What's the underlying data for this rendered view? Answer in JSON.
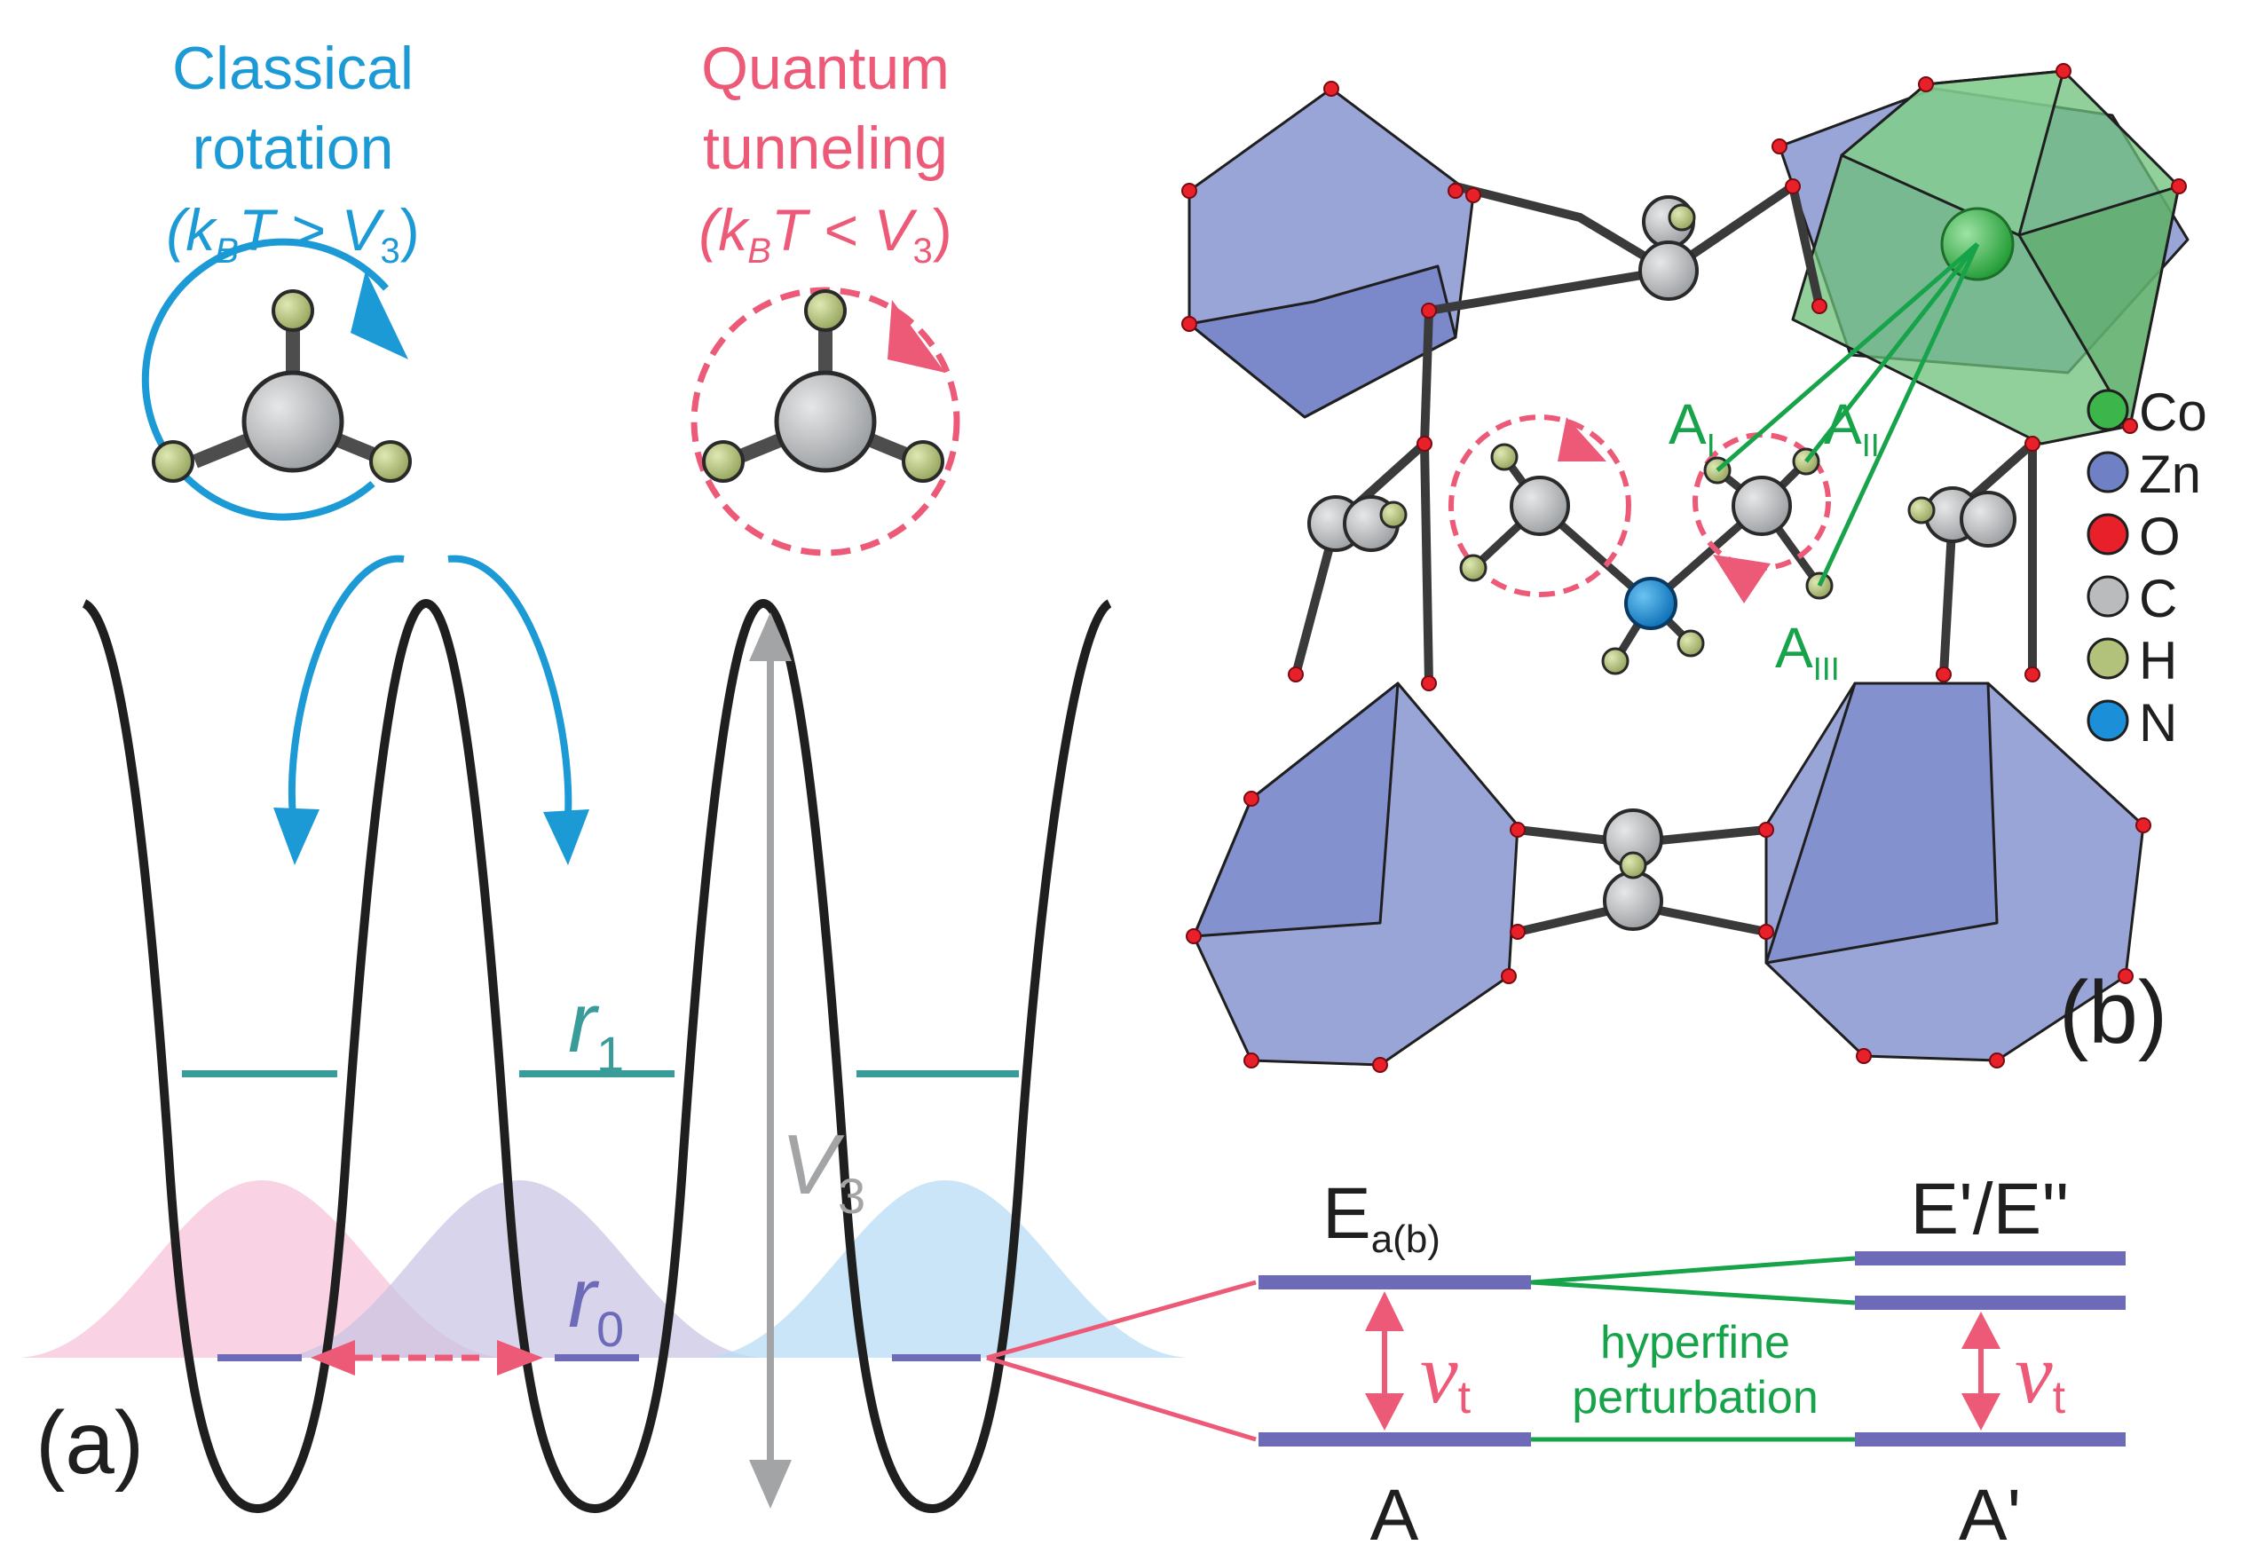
{
  "panel_a": {
    "label": "(a)",
    "classical": {
      "line1": "Classical",
      "line2": "rotation",
      "cond_open": "(k",
      "cond_sub": "B",
      "cond_mid": "T > V",
      "cond_sub2": "3",
      "cond_close": ")"
    },
    "quantum": {
      "line1": "Quantum",
      "line2": "tunneling",
      "cond_open": "(k",
      "cond_sub": "B",
      "cond_mid": "T < V",
      "cond_sub2": "3",
      "cond_close": ")"
    },
    "levels": {
      "r1": "r",
      "r1_sub": "1",
      "r0": "r",
      "r0_sub": "0",
      "barrier": "V",
      "barrier_sub": "3"
    }
  },
  "panel_b": {
    "label": "(b)",
    "couplings": [
      {
        "main": "A",
        "sub": "I"
      },
      {
        "main": "A",
        "sub": "II"
      },
      {
        "main": "A",
        "sub": "III"
      }
    ],
    "legend": [
      {
        "label": "Co",
        "color": "#3cb54a"
      },
      {
        "label": "Zn",
        "color": "#7080c4"
      },
      {
        "label": "O",
        "color": "#e8202a"
      },
      {
        "label": "C",
        "color": "#b9bbbd"
      },
      {
        "label": "H",
        "color": "#b3c27a"
      },
      {
        "label": "N",
        "color": "#1b8fd8"
      }
    ]
  },
  "energy": {
    "left_top": "E",
    "left_top_sub": "a(b)",
    "right_top": "E'/E''",
    "left_bottom": "A",
    "right_bottom": "A'",
    "nu": "ν",
    "nu_sub": "t",
    "hyperfine_line1": "hyperfine",
    "hyperfine_line2": "perturbation"
  },
  "colors": {
    "classical": "#1b9ad6",
    "quantum": "#ec5a78",
    "r1": "#3a9c9a",
    "r0": "#7b73b8",
    "barrier": "#a2a4a6",
    "hyperfine": "#16a34a",
    "level": "#6d6bb8"
  }
}
